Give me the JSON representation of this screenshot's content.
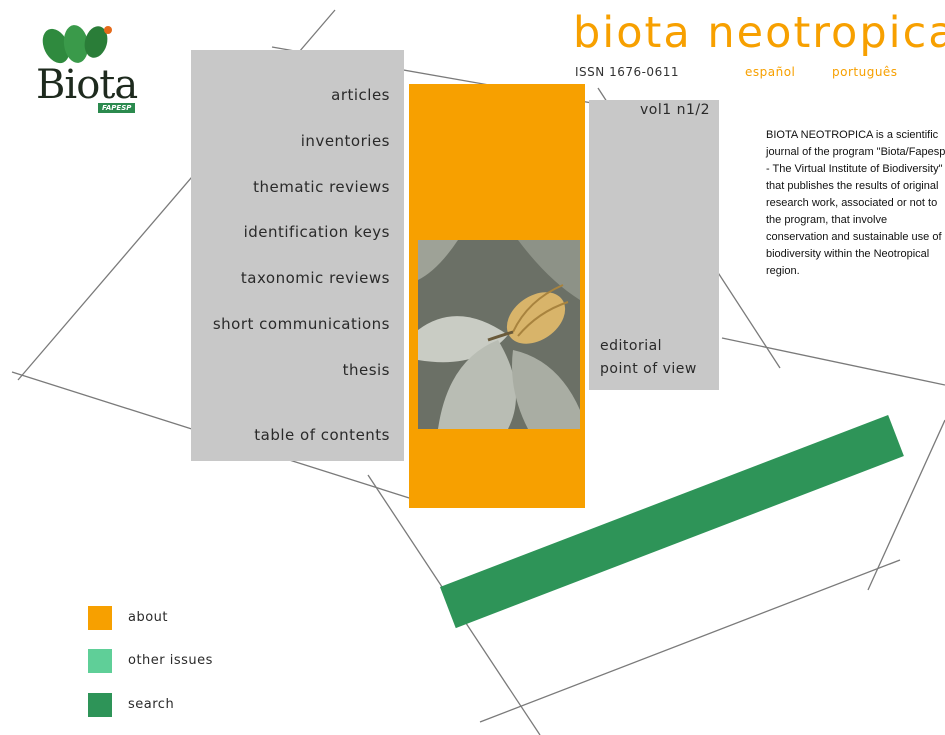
{
  "header": {
    "title": "biota neotropica",
    "issn": "ISSN 1676-0611",
    "languages": [
      "español",
      "português"
    ]
  },
  "logo": {
    "wordmark": "Biota",
    "badge": "FAPESP"
  },
  "menu": [
    "articles",
    "inventories",
    "thematic reviews",
    "identification keys",
    "taxonomic reviews",
    "short communications",
    "thesis",
    "table of contents"
  ],
  "issue": {
    "volume": "vol1 n1/2",
    "links": [
      "editorial",
      "point of view"
    ]
  },
  "description": "BIOTA NEOTROPICA is a scientific journal of the program \"Biota/Fapesp - The Virtual Institute of Biodiversity\" that publishes the results of original research work, associated or not to the program, that involve conservation and sustainable use of biodiversity within the Neotropical region.",
  "bottom_nav": [
    {
      "label": "about",
      "color": "#f7a000"
    },
    {
      "label": "other issues",
      "color": "#5fcf98"
    },
    {
      "label": "search",
      "color": "#2e9458"
    }
  ],
  "colors": {
    "orange": "#f7a000",
    "gray": "#c8c8c8",
    "green": "#2e9458"
  }
}
